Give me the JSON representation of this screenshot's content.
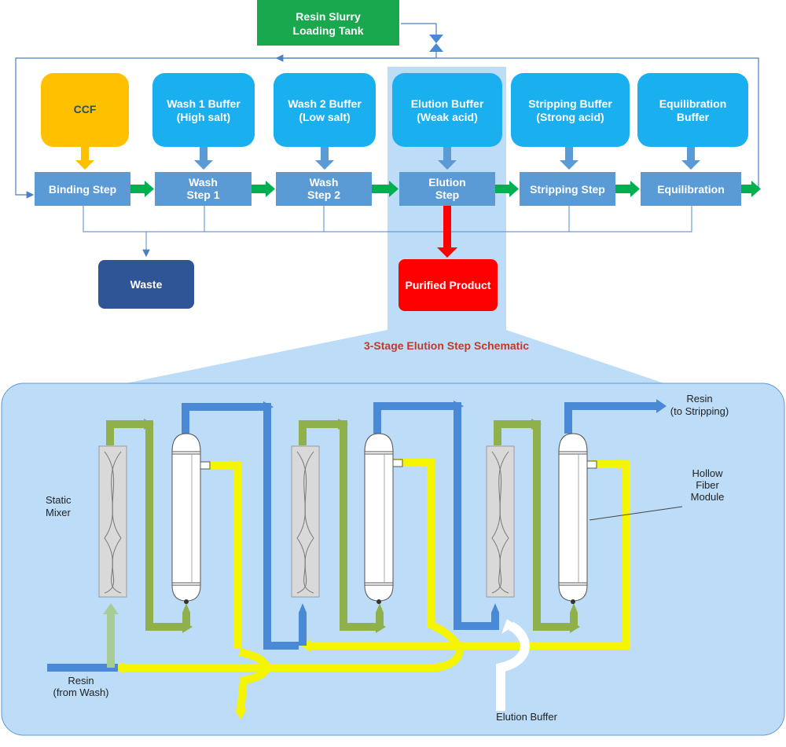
{
  "top": {
    "tank": [
      "Resin Slurry",
      "Loading Tank"
    ],
    "buffers": {
      "ccf": [
        "CCF"
      ],
      "wash1": [
        "Wash 1 Buffer",
        "(High salt)"
      ],
      "wash2": [
        "Wash 2 Buffer",
        "(Low salt)"
      ],
      "elution": [
        "Elution Buffer",
        "(Weak acid)"
      ],
      "stripping": [
        "Stripping Buffer",
        "(Strong acid)"
      ],
      "equil": [
        "Equilibration",
        "Buffer"
      ]
    },
    "steps": {
      "binding": [
        "Binding Step"
      ],
      "wash1": [
        "Wash",
        "Step 1"
      ],
      "wash2": [
        "Wash",
        "Step 2"
      ],
      "elution": [
        "Elution",
        "Step"
      ],
      "stripping": [
        "Stripping Step"
      ],
      "equil": [
        "Equilibration"
      ]
    },
    "waste": "Waste",
    "product": "Purified Product"
  },
  "schematic": {
    "title": "3-Stage Elution Step Schematic",
    "static_mixer": [
      "Static",
      "Mixer"
    ],
    "resin_in": [
      "Resin",
      "(from Wash)"
    ],
    "resin_out": [
      "Resin",
      "(to Stripping)"
    ],
    "hollow_fiber": [
      "Hollow",
      "Fiber",
      "Module"
    ],
    "elution_buffer": "Elution Buffer"
  },
  "colors": {
    "step_box": "#5b9bd5",
    "buffer_box": "#1ab0f0",
    "ccf_box": "#ffc000",
    "tank_box": "#1aa84f",
    "waste_box": "#2f5597",
    "product_box": "#ff0000",
    "green_arrow": "#00b050",
    "blue_pipe": "#4a89d6",
    "green_pipe": "#8fb04a",
    "yellow_pipe": "#f5f500",
    "panel_bg": "#bcdcf8"
  }
}
